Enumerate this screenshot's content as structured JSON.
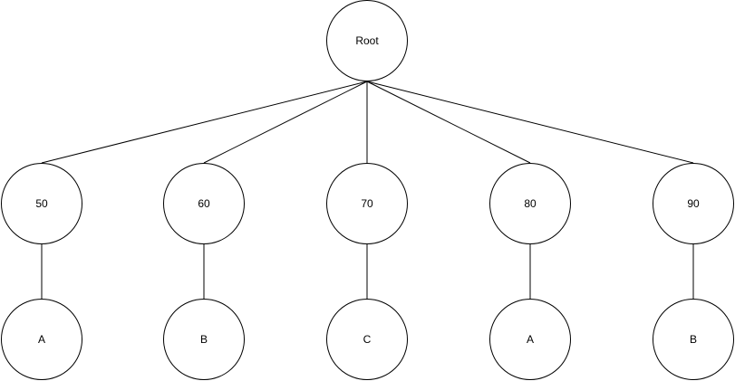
{
  "diagram": {
    "root": {
      "id": "root",
      "label": "Root"
    },
    "middle": [
      {
        "id": "n50",
        "label": "50"
      },
      {
        "id": "n60",
        "label": "60"
      },
      {
        "id": "n70",
        "label": "70"
      },
      {
        "id": "n80",
        "label": "80"
      },
      {
        "id": "n90",
        "label": "90"
      }
    ],
    "leaves": [
      {
        "id": "leaf-a-1",
        "label": "A",
        "parent": "n50"
      },
      {
        "id": "leaf-b-1",
        "label": "B",
        "parent": "n60"
      },
      {
        "id": "leaf-c",
        "label": "C",
        "parent": "n70"
      },
      {
        "id": "leaf-a-2",
        "label": "A",
        "parent": "n80"
      },
      {
        "id": "leaf-b-2",
        "label": "B",
        "parent": "n90"
      }
    ]
  }
}
